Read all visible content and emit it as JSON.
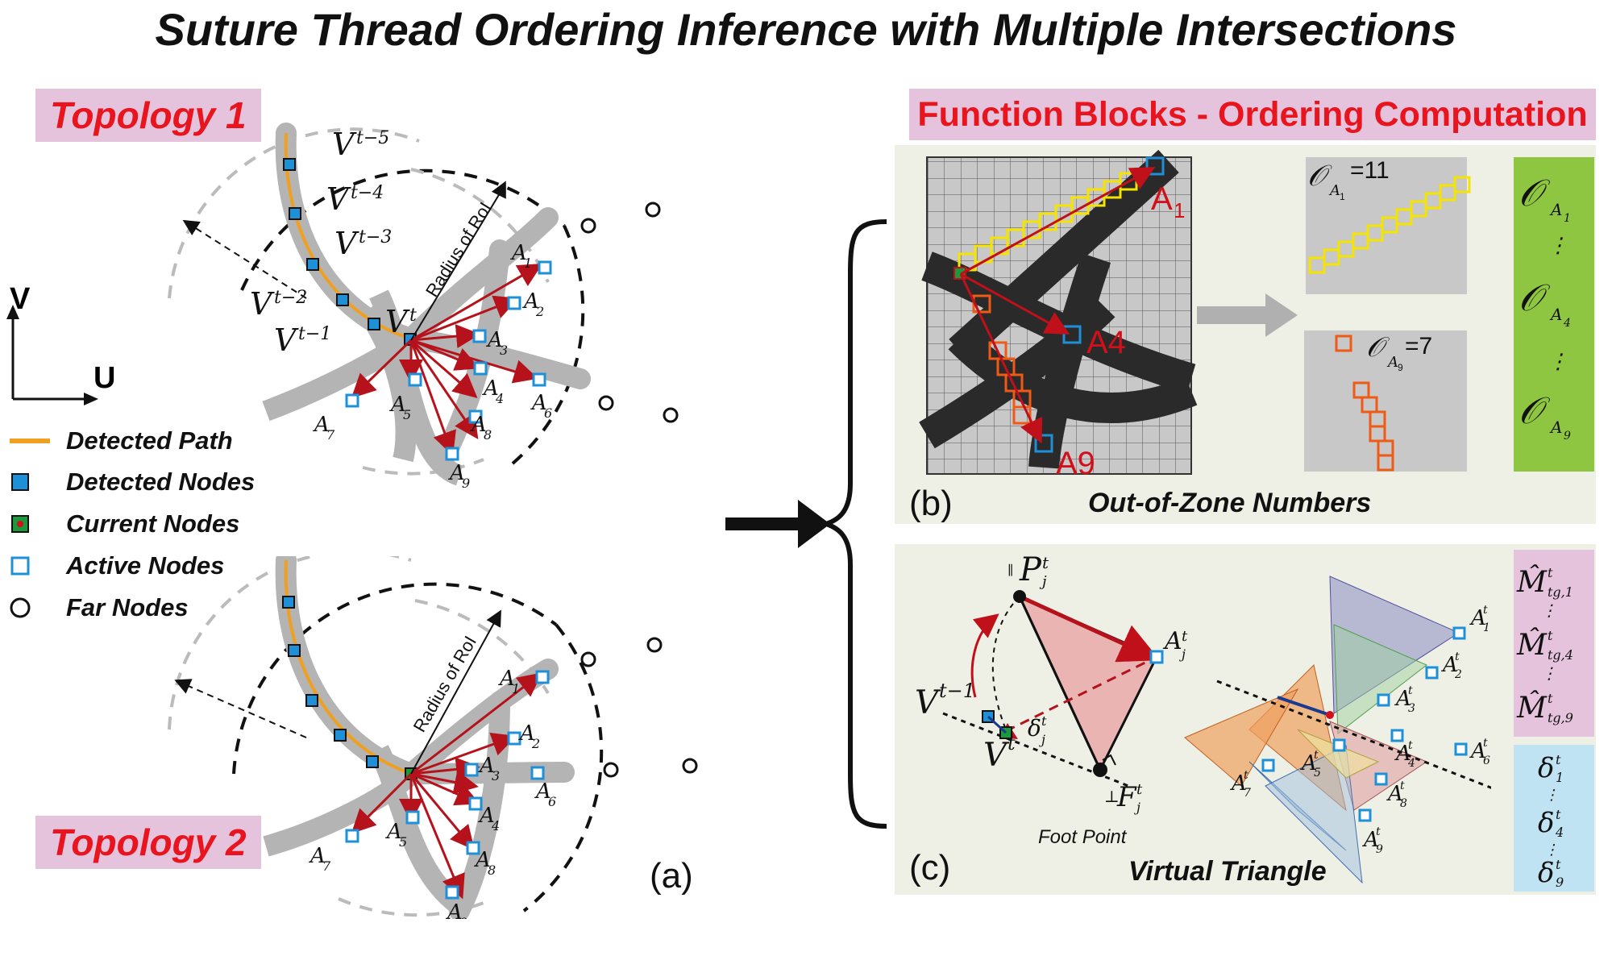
{
  "title": "Suture Thread Ordering Inference with Multiple Intersections",
  "topology1": "Topology 1",
  "topology2": "Topology 2",
  "axes": {
    "v": "V",
    "u": "U"
  },
  "legend": [
    {
      "label": "Detected Path",
      "icon": "orange-line"
    },
    {
      "label": "Detected Nodes",
      "icon": "filled-blue-square"
    },
    {
      "label": "Current Nodes",
      "icon": "green-square-red-dot"
    },
    {
      "label": "Active Nodes",
      "icon": "hollow-blue-square"
    },
    {
      "label": "Far Nodes",
      "icon": "hollow-circle"
    }
  ],
  "radius_label": "Radius of RoI",
  "vertex_labels": [
    "V^{t-5}",
    "V^{t-4}",
    "V^{t-3}",
    "V^{t-2}",
    "V^{t-1}",
    "V^t"
  ],
  "active_labels": [
    "A1",
    "A2",
    "A3",
    "A4",
    "A5",
    "A6",
    "A7",
    "A8",
    "A9"
  ],
  "panel_a_label": "(a)",
  "function_blocks_title": "Function Blocks - Ordering Computation",
  "panel_b": {
    "label": "(b)",
    "caption": "Out-of-Zone Numbers",
    "grid_labels": [
      "A1",
      "A4",
      "A9"
    ],
    "o_a1": "=11",
    "o_a9": "=7",
    "green_list": [
      "O_{A1}",
      "O_{A4}",
      "O_{A9}"
    ]
  },
  "panel_c": {
    "label": "(c)",
    "caption": "Virtual Triangle",
    "foot_point": "Foot Point",
    "pink_list": [
      "M_{tg,1}",
      "M_{tg,4}",
      "M_{tg,9}"
    ],
    "blue_list": [
      "δ1",
      "δ4",
      "δ9"
    ]
  },
  "colors": {
    "tag_bg": "#e6c3dc",
    "tag_text": "#e8141e",
    "panel_bg": "#eff0e5",
    "green": "#8fc641",
    "arrow": "#b5121b",
    "node_blue": "#1e90d8",
    "path": "#f0a020"
  }
}
